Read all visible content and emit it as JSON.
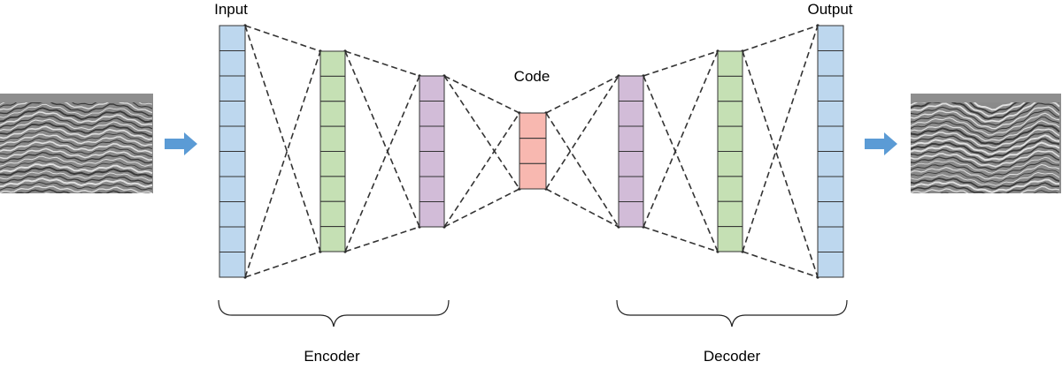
{
  "labels": {
    "input": "Input",
    "code": "Code",
    "output": "Output",
    "encoder": "Encoder",
    "decoder": "Decoder"
  },
  "colors": {
    "input_layer": "#BDD7EE",
    "encoder_hidden_1": "#C5E0B4",
    "encoder_hidden_2": "#D2BCD8",
    "code_layer": "#F8B8B0",
    "decoder_hidden_1": "#D2BCD8",
    "decoder_hidden_2": "#C5E0B4",
    "output_layer": "#BDD7EE",
    "arrow": "#5B9BD5",
    "line": "#333333"
  },
  "layers": [
    {
      "name": "input-layer",
      "cells": 10,
      "color_key": "input_layer"
    },
    {
      "name": "encoder-hidden-layer-1",
      "cells": 8,
      "color_key": "encoder_hidden_1"
    },
    {
      "name": "encoder-hidden-layer-2",
      "cells": 6,
      "color_key": "encoder_hidden_2"
    },
    {
      "name": "code-layer",
      "cells": 3,
      "color_key": "code_layer"
    },
    {
      "name": "decoder-hidden-layer-1",
      "cells": 6,
      "color_key": "decoder_hidden_1"
    },
    {
      "name": "decoder-hidden-layer-2",
      "cells": 8,
      "color_key": "decoder_hidden_2"
    },
    {
      "name": "output-layer",
      "cells": 10,
      "color_key": "output_layer"
    }
  ],
  "images": {
    "input": "seismic-section-image",
    "output": "seismic-section-image"
  }
}
